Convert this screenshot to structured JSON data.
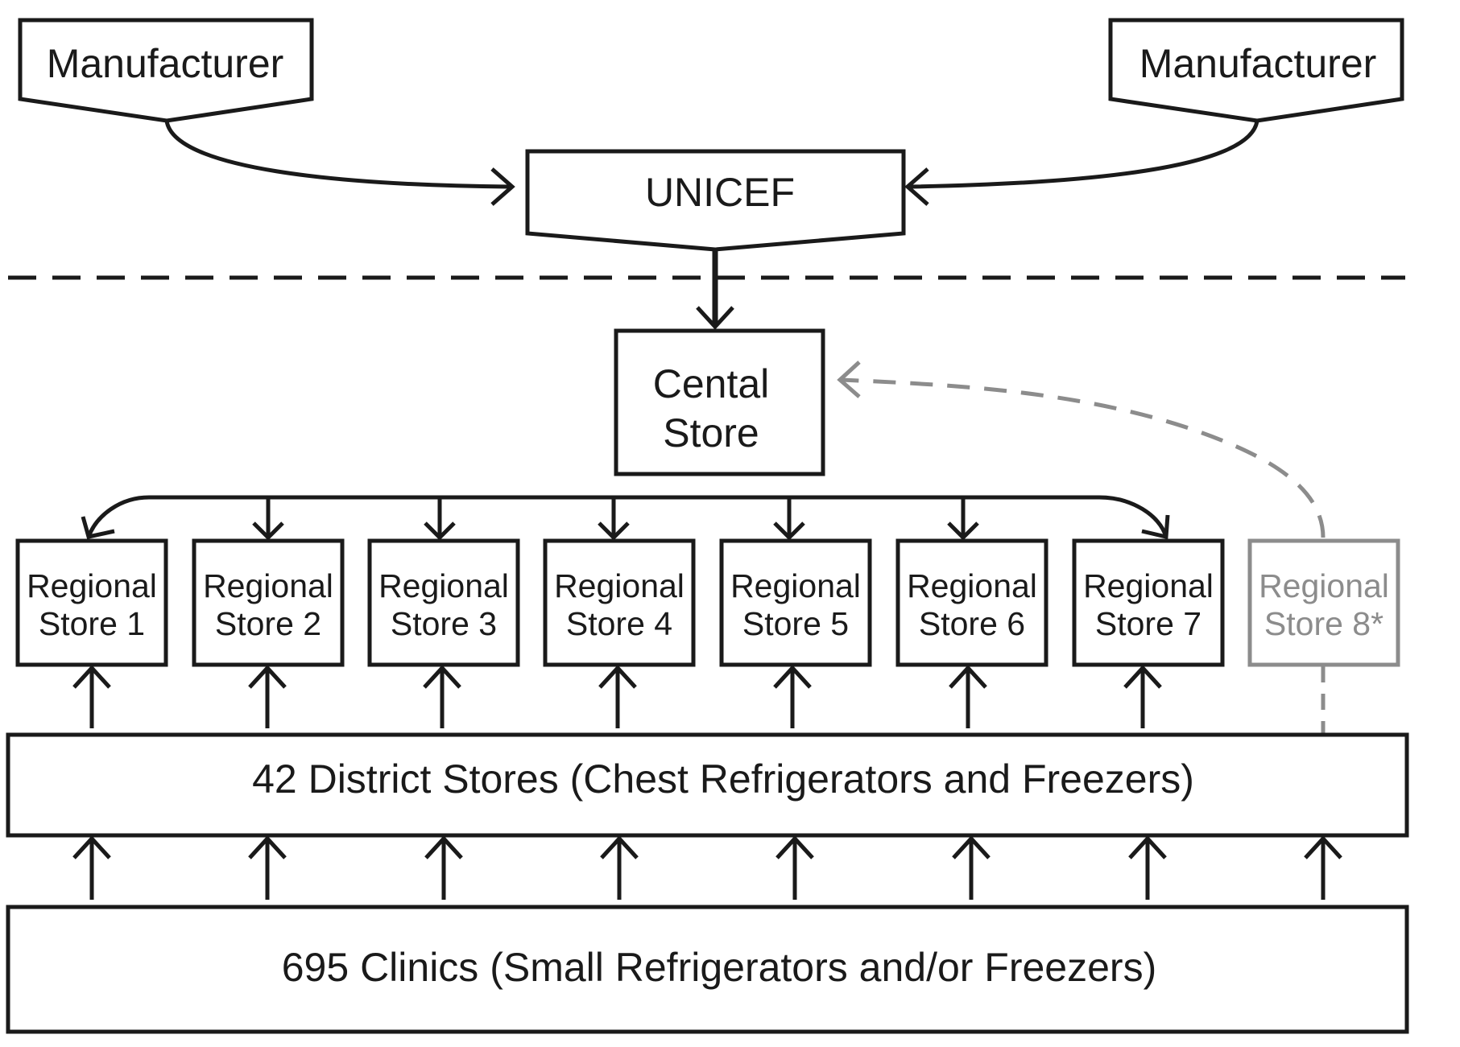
{
  "manufacturer_left": {
    "label": "Manufacturer"
  },
  "manufacturer_right": {
    "label": "Manufacturer"
  },
  "unicef": {
    "label": "UNICEF"
  },
  "central_store": {
    "line1": "Cental",
    "line2": "Store"
  },
  "regional_stores": [
    {
      "line1": "Regional",
      "line2": "Store 1"
    },
    {
      "line1": "Regional",
      "line2": "Store 2"
    },
    {
      "line1": "Regional",
      "line2": "Store 3"
    },
    {
      "line1": "Regional",
      "line2": "Store 4"
    },
    {
      "line1": "Regional",
      "line2": "Store 5"
    },
    {
      "line1": "Regional",
      "line2": "Store 6"
    },
    {
      "line1": "Regional",
      "line2": "Store 7"
    },
    {
      "line1": "Regional",
      "line2": "Store 8*"
    }
  ],
  "district_stores": {
    "label": "42 District Stores (Chest Refrigerators and Freezers)"
  },
  "clinics": {
    "label": "695 Clinics (Small Refrigerators and/or Freezers)"
  },
  "colors": {
    "main": "#1a1a1a",
    "secondary": "#8c8c8c",
    "background": "#ffffff"
  }
}
